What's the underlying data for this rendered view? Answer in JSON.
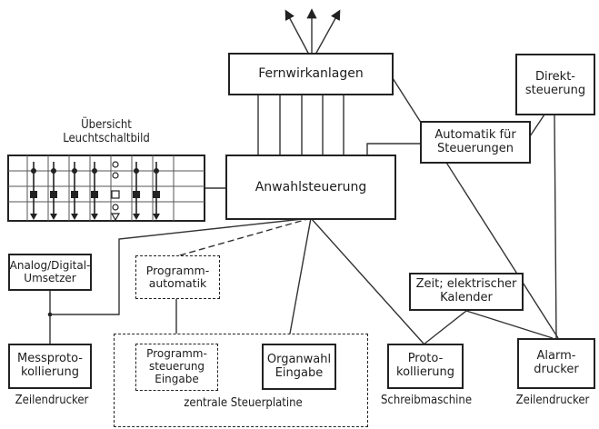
{
  "blocks": {
    "fernwirk": "Fernwirkanlagen",
    "direkt": "Direkt-\nsteuerung",
    "automatik": "Automatik für\nSteuerungen",
    "anwahl": "Anwahlsteuerung",
    "uebersicht": "Übersicht\nLeuchtschaltbild",
    "analog": "Analog/Digital-\nUmsetzer",
    "programmautomatik": "Programm-\nautomatik",
    "zeit": "Zeit; elektrischer\nKalender",
    "messproto": "Messproto-\nkollierung",
    "programmsteuerung": "Programm-\nsteuerung\nEingabe",
    "organwahl": "Organwahl\nEingabe",
    "protokollierung": "Proto-\nkollierung",
    "alarm": "Alarm-\ndrucker",
    "zentrale": "zentrale Steuerplatine",
    "zeilendrucker_left": "Zeilendrucker",
    "schreibmaschine": "Schreibmaschine",
    "zeilendrucker_right": "Zeilendrucker"
  }
}
